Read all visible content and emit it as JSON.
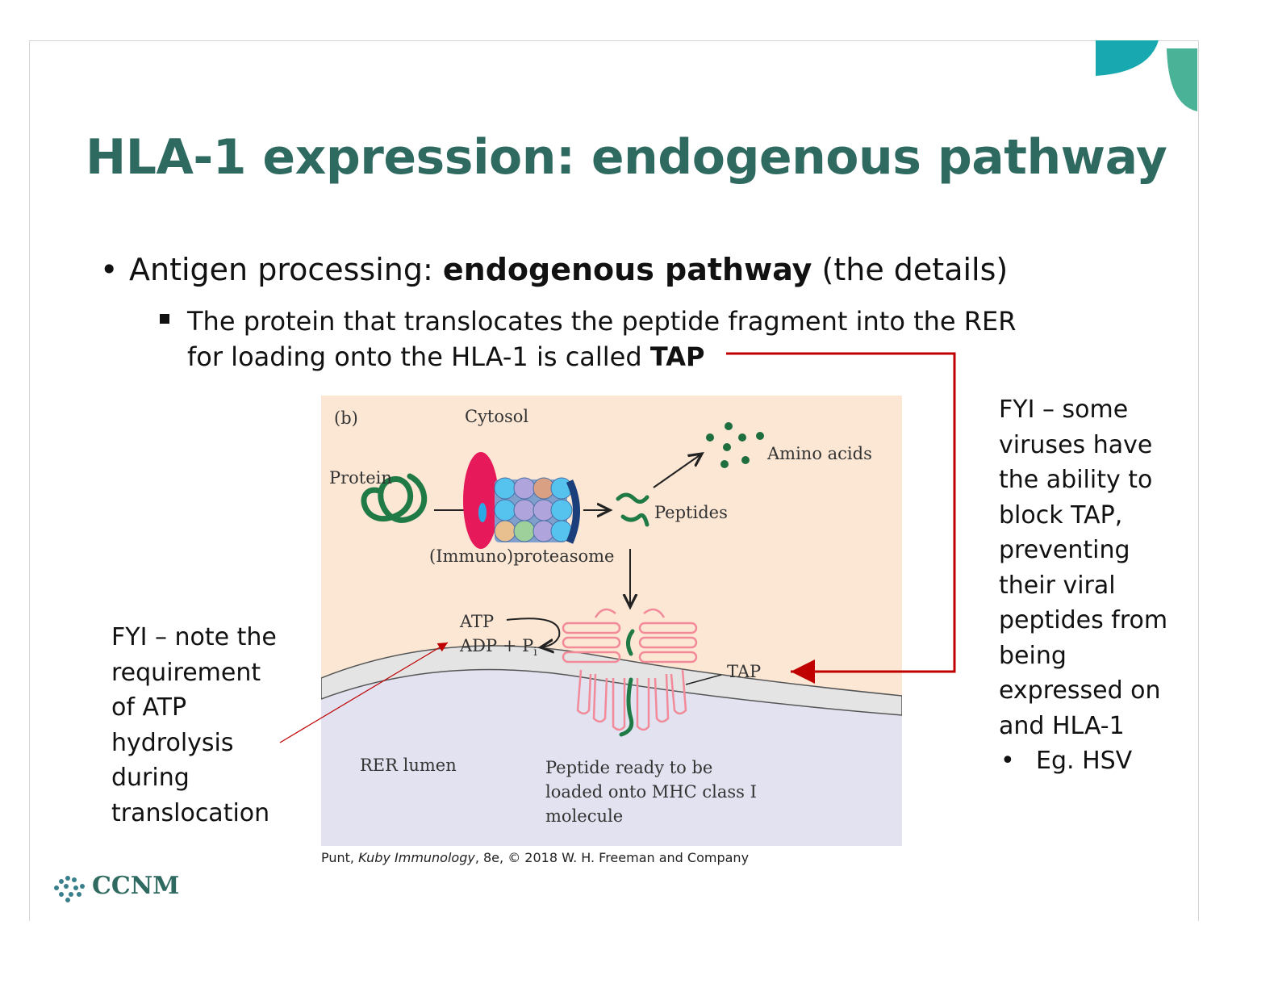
{
  "slide": {
    "title": "HLA-1 expression: endogenous pathway",
    "bullet_level1": {
      "marker": "•",
      "prefix": "Antigen processing: ",
      "bold": "endogenous pathway",
      "suffix": " (the details)"
    },
    "bullet_level2": {
      "line1": "The protein that translocates the peptide fragment into the RER",
      "line2_prefix": "for loading onto the HLA-1 is called ",
      "line2_bold": "TAP"
    },
    "note_left": [
      "FYI – note the",
      "requirement",
      "of ATP",
      "hydrolysis",
      "during",
      "translocation"
    ],
    "note_right": {
      "lines": [
        "FYI – some",
        "viruses have",
        "the ability to",
        "block TAP,",
        "preventing",
        "their viral",
        "peptides from",
        "being",
        "expressed on",
        "and HLA-1"
      ],
      "example_marker": "•",
      "example": "Eg. HSV"
    },
    "figure": {
      "panel": "(b)",
      "cytosol": "Cytosol",
      "protein": "Protein",
      "amino_acids": "Amino acids",
      "peptides": "Peptides",
      "proteasome": "(Immuno)proteasome",
      "atp": "ATP",
      "adp": "ADP + P",
      "adp_sub": "i",
      "tap": "TAP",
      "rer_lumen": "RER lumen",
      "peptide_ready": [
        "Peptide ready to be",
        "loaded onto MHC class I",
        "molecule"
      ]
    },
    "credit": {
      "prefix": "Punt, ",
      "italic": "Kuby Immunology",
      "suffix": ", 8e, © 2018 W. H. Freeman and Company"
    },
    "logo_text": "CCNM",
    "colors": {
      "title": "#2f6a61",
      "arrow_red": "#c00000",
      "cytosol_bg": "#fbe7d4",
      "lumen_bg": "#e2e2f0",
      "protein_green": "#1f7a45",
      "proteasome_pink": "#e6195a",
      "tap_pink": "#f28a9a"
    }
  }
}
